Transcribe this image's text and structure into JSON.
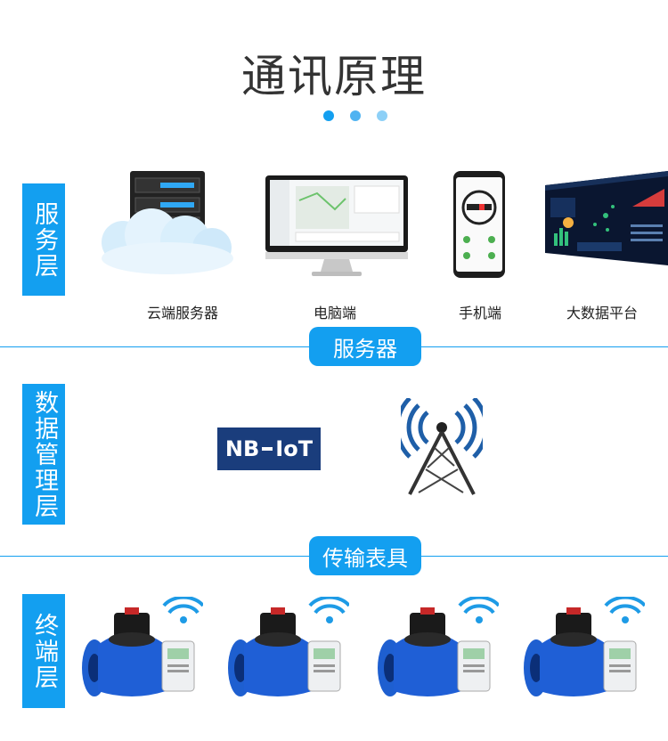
{
  "title": "通讯原理",
  "dots": [
    "#139ff0",
    "#56b6f2",
    "#8dd0f7"
  ],
  "colors": {
    "accent": "#139ff0"
  },
  "layers": {
    "service": "服务层",
    "data": "数据管理层",
    "terminal": "终端层"
  },
  "devices": {
    "cloud": "云端服务器",
    "pc": "电脑端",
    "phone": "手机端",
    "bigdata": "大数据平台"
  },
  "connectors": {
    "server": "服务器",
    "transmit": "传输表具"
  },
  "nbiot": {
    "nb": "NB",
    "iot": "IoT"
  },
  "icons": [
    "cloud-server-icon",
    "monitor-icon",
    "smartphone-icon",
    "dashboard-screen-icon",
    "nbiot-logo",
    "signal-tower-icon",
    "water-meter-icon",
    "wifi-icon"
  ]
}
